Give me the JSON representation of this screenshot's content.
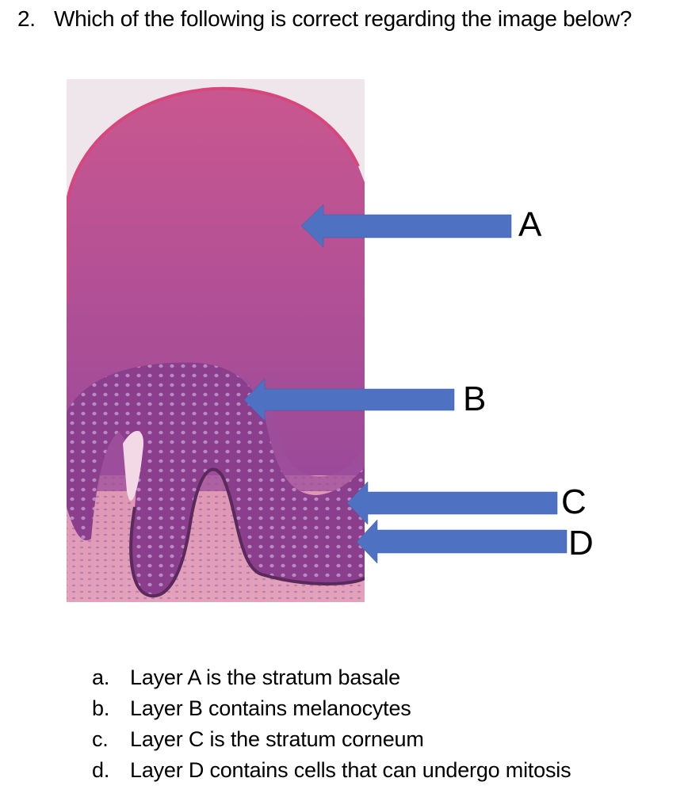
{
  "question": {
    "number": "2.",
    "text": "Which of the following is correct regarding the image below?"
  },
  "figure": {
    "description": "H&E stained histology section of thick skin epidermis with arrows",
    "arrow_color": "#4F71C2",
    "labels": {
      "A": "A",
      "B": "B",
      "C": "C",
      "D": "D"
    }
  },
  "choices": [
    {
      "letter": "a.",
      "text": "Layer A is the stratum basale"
    },
    {
      "letter": "b.",
      "text": "Layer B contains melanocytes"
    },
    {
      "letter": "c.",
      "text": "Layer C is the stratum corneum"
    },
    {
      "letter": "d.",
      "text": "Layer D contains cells that can undergo mitosis"
    }
  ]
}
